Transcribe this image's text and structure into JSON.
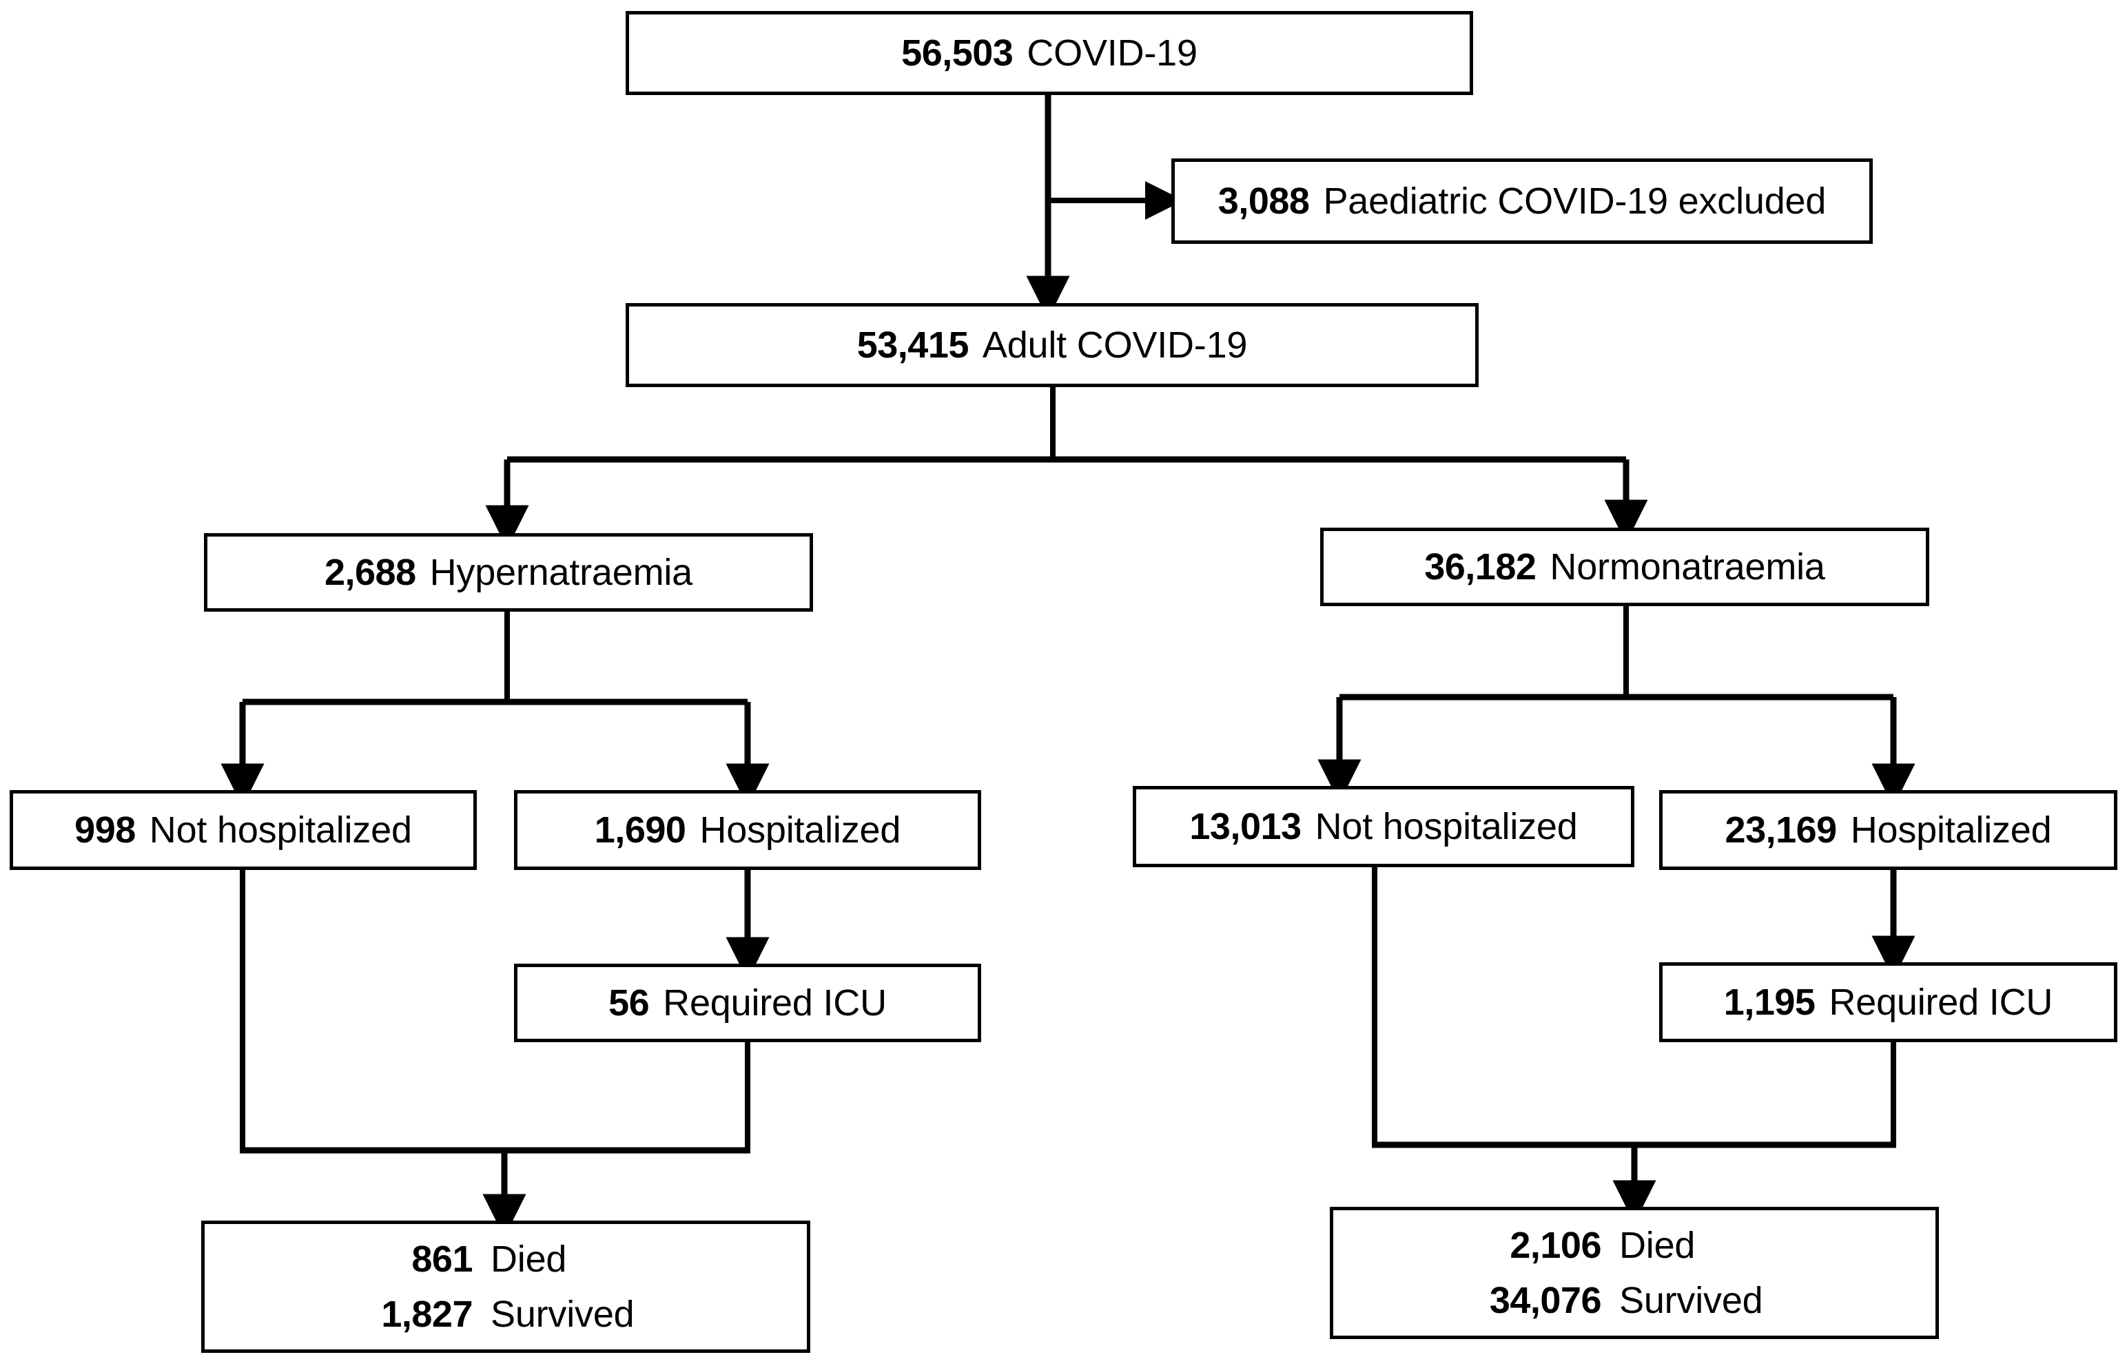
{
  "figure": {
    "type": "flowchart",
    "orientation": "top-down",
    "stroke_color": "#000000",
    "background_color": "#ffffff"
  },
  "nodes": {
    "total": {
      "count": "56,503",
      "label": "COVID-19"
    },
    "excluded": {
      "count": "3,088",
      "label": "Paediatric COVID-19 excluded"
    },
    "adult": {
      "count": "53,415",
      "label": "Adult COVID-19"
    },
    "hyper": {
      "count": "2,688",
      "label": "Hypernatraemia"
    },
    "normo": {
      "count": "36,182",
      "label": "Normonatraemia"
    },
    "hyper_not_hosp": {
      "count": "998",
      "label": "Not hospitalized"
    },
    "hyper_hosp": {
      "count": "1,690",
      "label": "Hospitalized"
    },
    "hyper_icu": {
      "count": "56",
      "label": "Required ICU"
    },
    "normo_not_hosp": {
      "count": "13,013",
      "label": "Not hospitalized"
    },
    "normo_hosp": {
      "count": "23,169",
      "label": "Hospitalized"
    },
    "normo_icu": {
      "count": "1,195",
      "label": "Required ICU"
    },
    "hyper_outcome": {
      "died_count": "861",
      "died_label": "Died",
      "survived_count": "1,827",
      "survived_label": "Survived"
    },
    "normo_outcome": {
      "died_count": "2,106",
      "died_label": "Died",
      "survived_count": "34,076",
      "survived_label": "Survived"
    }
  },
  "chart_data": {
    "type": "flowchart",
    "title": "",
    "nodes": [
      {
        "id": "total",
        "value": 56503,
        "label": "COVID-19",
        "level": 0
      },
      {
        "id": "excluded",
        "value": 3088,
        "label": "Paediatric COVID-19 excluded",
        "level": 1
      },
      {
        "id": "adult",
        "value": 53415,
        "label": "Adult COVID-19",
        "level": 1
      },
      {
        "id": "hyper",
        "value": 2688,
        "label": "Hypernatraemia",
        "level": 2
      },
      {
        "id": "normo",
        "value": 36182,
        "label": "Normonatraemia",
        "level": 2
      },
      {
        "id": "hyper_not_hosp",
        "value": 998,
        "label": "Not hospitalized",
        "level": 3
      },
      {
        "id": "hyper_hosp",
        "value": 1690,
        "label": "Hospitalized",
        "level": 3
      },
      {
        "id": "hyper_icu",
        "value": 56,
        "label": "Required ICU",
        "level": 4
      },
      {
        "id": "normo_not_hosp",
        "value": 13013,
        "label": "Not hospitalized",
        "level": 3
      },
      {
        "id": "normo_hosp",
        "value": 23169,
        "label": "Hospitalized",
        "level": 3
      },
      {
        "id": "normo_icu",
        "value": 1195,
        "label": "Required ICU",
        "level": 4
      },
      {
        "id": "hyper_died",
        "value": 861,
        "label": "Died",
        "level": 5
      },
      {
        "id": "hyper_survived",
        "value": 1827,
        "label": "Survived",
        "level": 5
      },
      {
        "id": "normo_died",
        "value": 2106,
        "label": "Died",
        "level": 5
      },
      {
        "id": "normo_survived",
        "value": 34076,
        "label": "Survived",
        "level": 5
      }
    ],
    "edges": [
      {
        "from": "total",
        "to": "excluded",
        "kind": "exclusion"
      },
      {
        "from": "total",
        "to": "adult",
        "kind": "flow"
      },
      {
        "from": "adult",
        "to": "hyper",
        "kind": "split"
      },
      {
        "from": "adult",
        "to": "normo",
        "kind": "split"
      },
      {
        "from": "hyper",
        "to": "hyper_not_hosp",
        "kind": "split"
      },
      {
        "from": "hyper",
        "to": "hyper_hosp",
        "kind": "split"
      },
      {
        "from": "hyper_hosp",
        "to": "hyper_icu",
        "kind": "flow"
      },
      {
        "from": "hyper_not_hosp",
        "to": "hyper_outcome",
        "kind": "merge"
      },
      {
        "from": "hyper_icu",
        "to": "hyper_outcome",
        "kind": "merge"
      },
      {
        "from": "normo",
        "to": "normo_not_hosp",
        "kind": "split"
      },
      {
        "from": "normo",
        "to": "normo_hosp",
        "kind": "split"
      },
      {
        "from": "normo_hosp",
        "to": "normo_icu",
        "kind": "flow"
      },
      {
        "from": "normo_not_hosp",
        "to": "normo_outcome",
        "kind": "merge"
      },
      {
        "from": "normo_icu",
        "to": "normo_outcome",
        "kind": "merge"
      }
    ]
  }
}
